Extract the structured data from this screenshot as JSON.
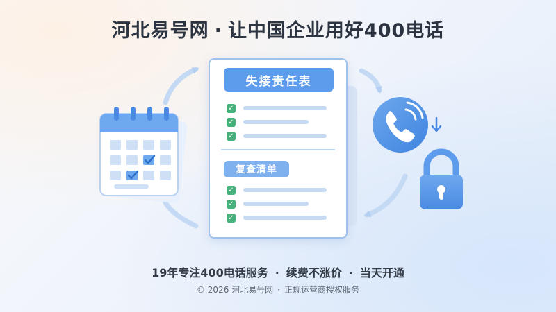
{
  "header": {
    "brand": "河北易号网",
    "separator": "·",
    "slogan": "让中国企业用好400电话"
  },
  "card": {
    "title": "失接责任表",
    "section_label": "复查清单",
    "check_mark": "✓"
  },
  "tagline": {
    "item1": "19年专注400电话服务",
    "item2": "续费不涨价",
    "item3": "当天开通",
    "separator": "·"
  },
  "footer": {
    "copyright": "© 2026 河北易号网",
    "separator": "·",
    "license": "正规运营商授权服务"
  },
  "icons": {
    "calendar": "calendar-icon",
    "phone": "phone-icon",
    "lock": "lock-icon",
    "cycle_arrows": "cycle-arrow-icon"
  },
  "colors": {
    "accent": "#5d9cec",
    "check_green": "#48b07a",
    "heading": "#2c3441"
  }
}
